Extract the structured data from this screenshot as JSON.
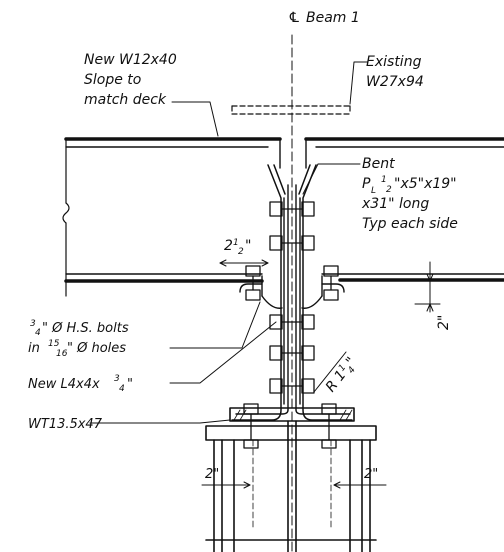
{
  "centerline": {
    "symbol": "℄",
    "label": "Beam 1"
  },
  "notes": {
    "new_beam_line1": "New W12x40",
    "new_beam_line2": "Slope to",
    "new_beam_line3": "match deck",
    "existing_line1": "Existing",
    "existing_line2": "W27x94",
    "bent_line1": "Bent",
    "bent_line2_a": "P",
    "bent_line2_b": "L",
    "bent_line2_num": "1",
    "bent_line2_den": "2",
    "bent_line2_rest": "\"x5\"x19\"",
    "bent_line3": "x31\" long",
    "bent_line4": "Typ each side",
    "bolts_num": "3",
    "bolts_den": "4",
    "bolts_line1_rest": "\" Ø H.S. bolts",
    "bolts_line2_a": "in",
    "bolts_line2_num": "15",
    "bolts_line2_den": "16",
    "bolts_line2_rest": "\" Ø holes",
    "angle_text": "New L4x4x",
    "angle_num": "3",
    "angle_den": "4",
    "angle_quote": "\"",
    "wt_label": "WT13.5x47"
  },
  "dimensions": {
    "gap_whole": "2",
    "gap_num": "1",
    "gap_den": "2",
    "gap_quote": "\"",
    "radius_r": "R",
    "radius_whole": "1",
    "radius_num": "1",
    "radius_den": "4",
    "radius_quote": "\"",
    "vertical_dim": "2\"",
    "edge_left": "2\"",
    "edge_right": "2\""
  }
}
